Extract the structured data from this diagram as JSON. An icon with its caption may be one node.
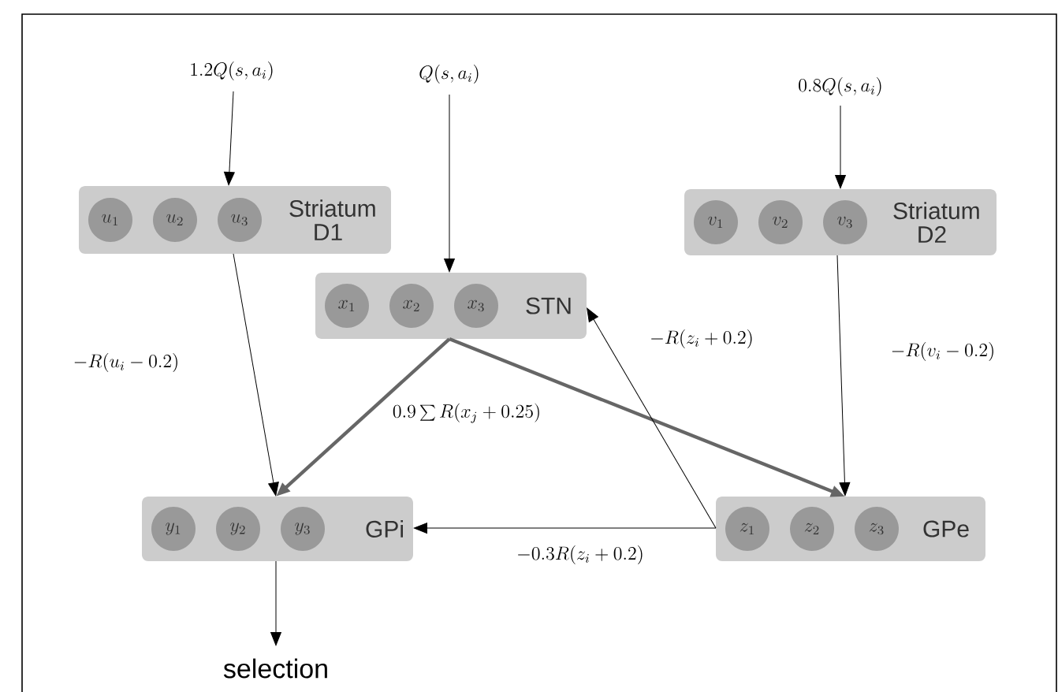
{
  "diagram": {
    "nodes": [
      {
        "text": [
          "1.2Q(s, a_i)"
        ]
      },
      {
        "text": [
          "Q(s, a_i)"
        ]
      },
      {
        "text": [
          "0.8Q(s, a_i)"
        ]
      },
      {
        "text": [
          "Striatum D1"
        ]
      },
      {
        "text": [
          "u_{1}"
        ],
        "in": 3
      },
      {
        "text": [
          "u_{2}"
        ],
        "in": 3
      },
      {
        "text": [
          "u_{3}"
        ],
        "in": 3
      },
      {
        "text": [
          "Striatum D2"
        ]
      },
      {
        "text": [
          "v_{1}"
        ],
        "in": 7
      },
      {
        "text": [
          "v_{2}"
        ],
        "in": 7
      },
      {
        "text": [
          "v_{3}"
        ],
        "in": 7
      },
      {
        "text": [
          "STN"
        ]
      },
      {
        "text": [
          "x_{1}"
        ],
        "in": 11
      },
      {
        "text": [
          "x_{2}"
        ],
        "in": 11
      },
      {
        "text": [
          "x_{3}"
        ],
        "in": 11
      },
      {
        "text": [
          "GPi"
        ]
      },
      {
        "text": [
          "y_{1}"
        ],
        "in": 15
      },
      {
        "text": [
          "y_{2}"
        ],
        "in": 15
      },
      {
        "text": [
          "y_{3}"
        ],
        "in": 15
      },
      {
        "text": [
          "GPe"
        ]
      },
      {
        "text": [
          "z_{1}"
        ],
        "in": 19
      },
      {
        "text": [
          "z_{2}"
        ],
        "in": 19
      },
      {
        "text": [
          "z_{3}"
        ],
        "in": 19
      },
      {
        "text": [
          "selection"
        ]
      }
    ],
    "edges": [
      {
        "from": 0,
        "to": 3,
        "arrow": "to"
      },
      {
        "from": 1,
        "to": 11,
        "arrow": "to"
      },
      {
        "from": 2,
        "to": 7,
        "arrow": "to"
      },
      {
        "from": 3,
        "to": 15,
        "arrow": "to",
        "label": "-R(u_i - 0.2)"
      },
      {
        "from": 7,
        "to": 19,
        "arrow": "to",
        "label": "-R(v_i - 0.2)"
      },
      {
        "from": 11,
        "to": 15,
        "arrow": "to",
        "style": "thick",
        "color": "#666666",
        "label": "0.9\\sum R(x_j + 0.25)"
      },
      {
        "from": 11,
        "to": 19,
        "arrow": "to",
        "style": "thick",
        "color": "#666666"
      },
      {
        "from": 19,
        "to": 11,
        "arrow": "to",
        "label": "-R(z_i + 0.2)"
      },
      {
        "from": 19,
        "to": 15,
        "arrow": "to",
        "label": "-0.3R(z_i + 0.2)"
      },
      {
        "from": 15,
        "to": 23,
        "arrow": "to"
      }
    ]
  }
}
